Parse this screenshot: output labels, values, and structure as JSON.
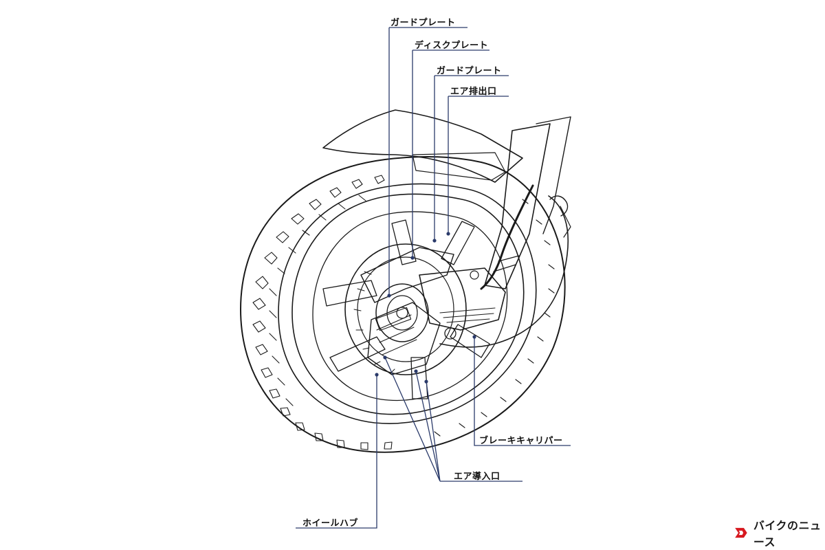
{
  "labels": {
    "guard_plate_top": "ガードプレート",
    "disc_plate": "ディスクプレート",
    "guard_plate_second": "ガードプレート",
    "air_exhaust": "エア排出口",
    "brake_caliper": "ブレーキキャリパー",
    "air_intake": "エア導入口",
    "wheel_hub": "ホイールハブ"
  },
  "logo": {
    "text": "バイクのニュース",
    "accent_color": "#d71920"
  },
  "colors": {
    "line": "#1a1a1a",
    "leader": "#2a3a6a"
  }
}
